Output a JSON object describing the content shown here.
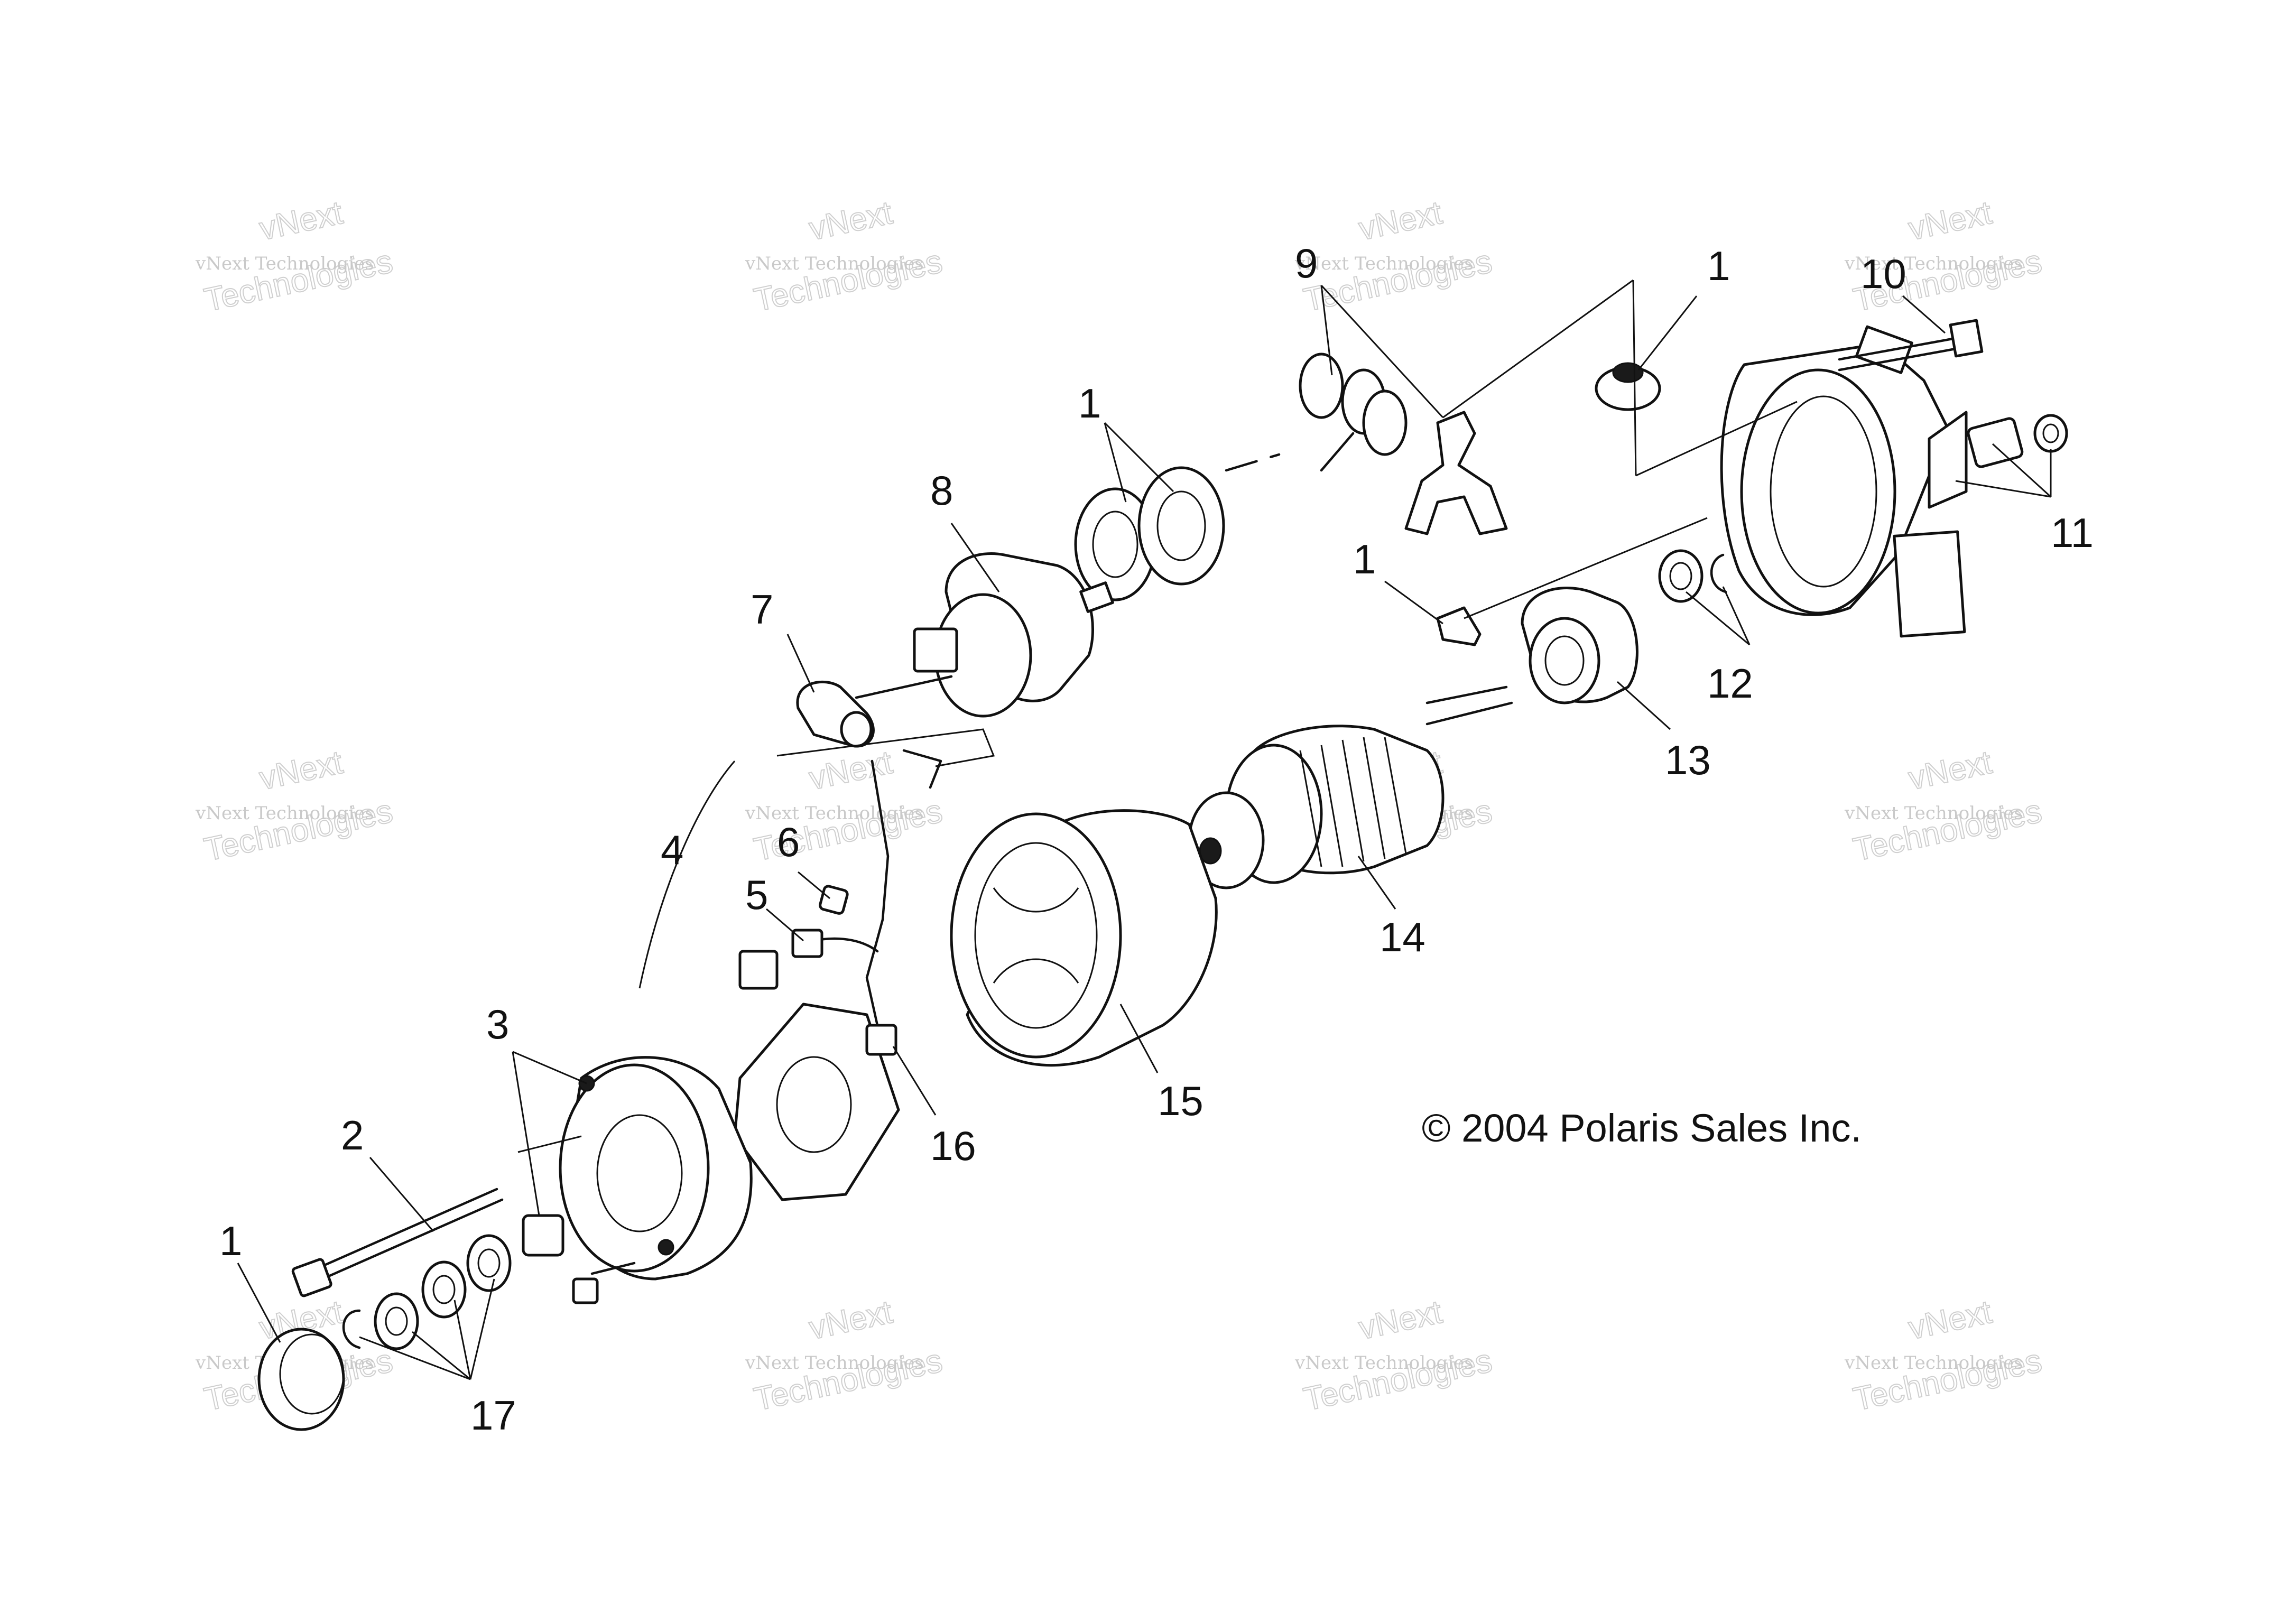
{
  "diagram": {
    "copyright": "© 2004 Polaris Sales Inc.",
    "watermark": {
      "line1": "vNext Technologies",
      "line2": "vNext",
      "line3": "Technologies"
    },
    "callouts": [
      "1",
      "1",
      "1",
      "1",
      "2",
      "3",
      "4",
      "5",
      "6",
      "7",
      "8",
      "9",
      "10",
      "11",
      "12",
      "13",
      "14",
      "15",
      "16",
      "17"
    ],
    "colors": {
      "ink": "#111111",
      "watermark": "#c9c9c9",
      "background": "#ffffff"
    }
  }
}
